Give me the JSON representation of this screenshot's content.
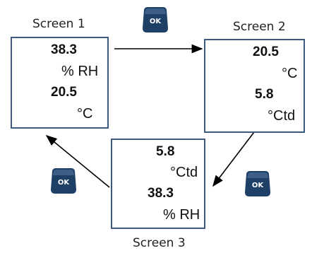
{
  "button_label": "OK",
  "colors": {
    "screen_border": "#3d5a80",
    "button": "#1e3f66"
  },
  "screens": [
    {
      "caption": "Screen 1",
      "lines": [
        "38.3",
        "% RH",
        "20.5",
        "°C"
      ]
    },
    {
      "caption": "Screen 2",
      "lines": [
        "20.5",
        "°C",
        "5.8",
        "°Ctd"
      ]
    },
    {
      "caption": "Screen 3",
      "lines": [
        "5.8",
        "°Ctd",
        "38.3",
        "% RH"
      ]
    }
  ]
}
